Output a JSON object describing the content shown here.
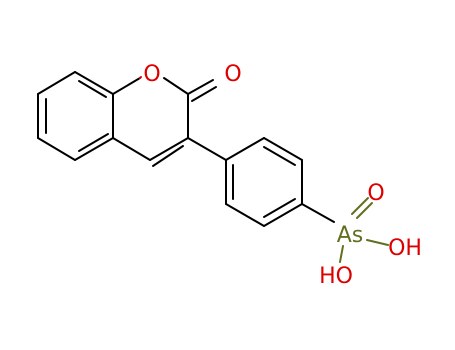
{
  "molecule": {
    "atoms": {
      "ring_oxygen": {
        "label": "O",
        "color": "#dd0000"
      },
      "carbonyl_oxygen": {
        "label": "O",
        "color": "#dd0000"
      },
      "arsenic": {
        "label": "As",
        "color": "#607020"
      },
      "arsenic_oxo": {
        "label": "O",
        "color": "#dd0000"
      },
      "hydroxyl_right": {
        "label": "OH",
        "color": "#dd0000"
      },
      "hydroxyl_bottom": {
        "label": "HO",
        "color": "#dd0000"
      }
    },
    "bond_color": "#000000"
  }
}
